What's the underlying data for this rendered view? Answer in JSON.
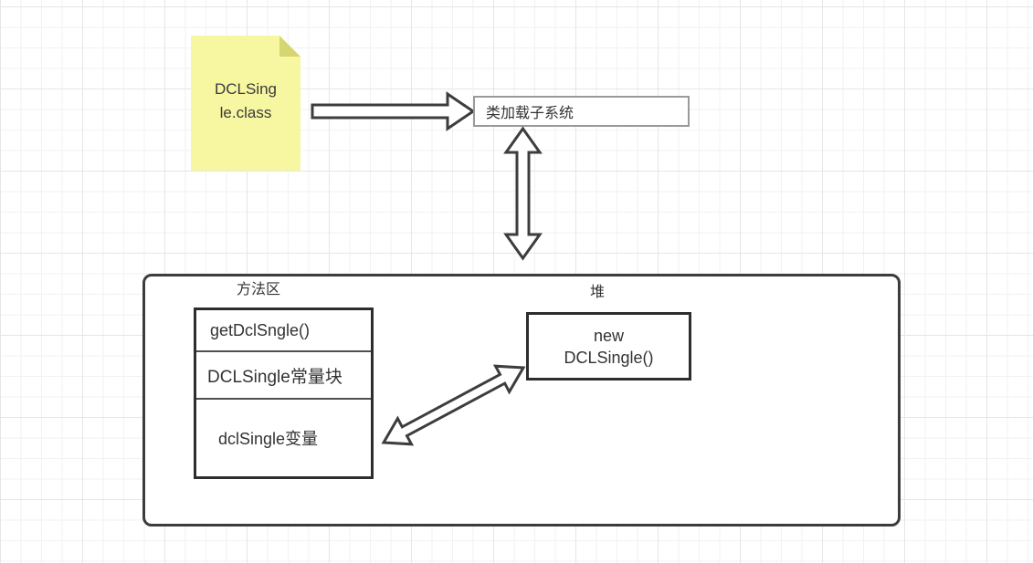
{
  "diagram": {
    "note": {
      "text_line1": "DCLSing",
      "text_line2": "le.class",
      "fill_color": "#f7f7a2",
      "fold_color": "#d5d572"
    },
    "class_loader": {
      "label": "类加载子系统",
      "border_color": "#9a9a9a"
    },
    "method_area": {
      "title": "方法区",
      "rows": [
        "getDclSngle()",
        "DCLSingle常量块",
        "dclSingle变量"
      ]
    },
    "heap": {
      "title": "堆",
      "object_line1": "new",
      "object_line2": "DCLSingle()"
    },
    "arrows": {
      "note_to_loader": "right-block-arrow",
      "loader_to_memory": "vertical-double-arrow",
      "variable_to_object": "diagonal-double-arrow",
      "stroke_color": "#3d3d3d"
    },
    "canvas": {
      "grid_minor_color": "#f2f2f2",
      "grid_major_color": "#e6e6e6",
      "container_border_color": "#3c3c3c"
    }
  }
}
